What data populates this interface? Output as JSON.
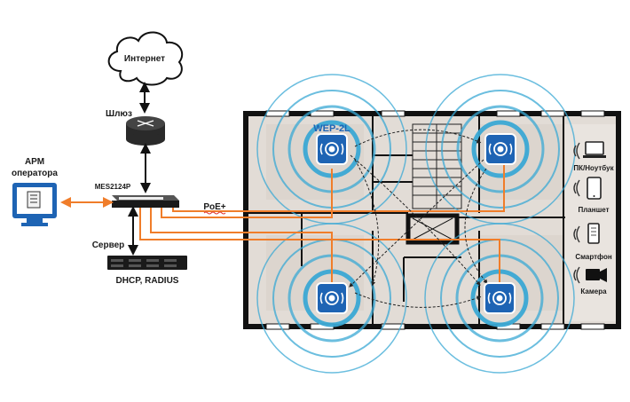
{
  "labels": {
    "internet": "Интернет",
    "gateway": "Шлюз",
    "switch": "MES2124P",
    "operator_line1": "АРМ",
    "operator_line2": "оператора",
    "server": "Сервер",
    "dhcp": "DHCP, RADIUS",
    "poe": "PoE+",
    "ap_model": "WEP-2L"
  },
  "clients": [
    {
      "label": "ПК/Ноутбук",
      "icon": "laptop-icon"
    },
    {
      "label": "Планшет",
      "icon": "tablet-icon"
    },
    {
      "label": "Смартфон",
      "icon": "smartphone-icon"
    },
    {
      "label": "Камера",
      "icon": "camera-icon"
    }
  ],
  "access_points": [
    {
      "id": "ap-top-left",
      "icon": "wifi-ap-icon"
    },
    {
      "id": "ap-top-right",
      "icon": "wifi-ap-icon"
    },
    {
      "id": "ap-bottom-left",
      "icon": "wifi-ap-icon"
    },
    {
      "id": "ap-bottom-right",
      "icon": "wifi-ap-icon"
    }
  ],
  "colors": {
    "cable": "#f07d2a",
    "ap_blue": "#1e64b4",
    "ring": "#3aa8d4",
    "floor": "#e2dcd6",
    "wall": "#111111",
    "client_bg": "#e9e4df"
  }
}
